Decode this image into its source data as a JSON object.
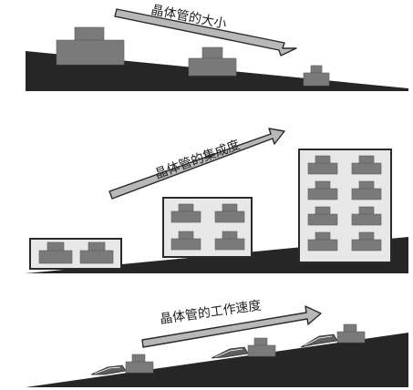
{
  "panels": [
    {
      "label": "晶体管的大小"
    },
    {
      "label": "晶体管的集成度"
    },
    {
      "label": "晶体管的工作速度"
    }
  ],
  "colors": {
    "ground": "#262626",
    "transistor": "#7a7a7a",
    "transistor_dark": "#5e5e5e",
    "chip_box_fill": "#e8e8e8",
    "arrow_fill": "#b8b8b8",
    "arrow_stroke": "#2a2a2a"
  }
}
